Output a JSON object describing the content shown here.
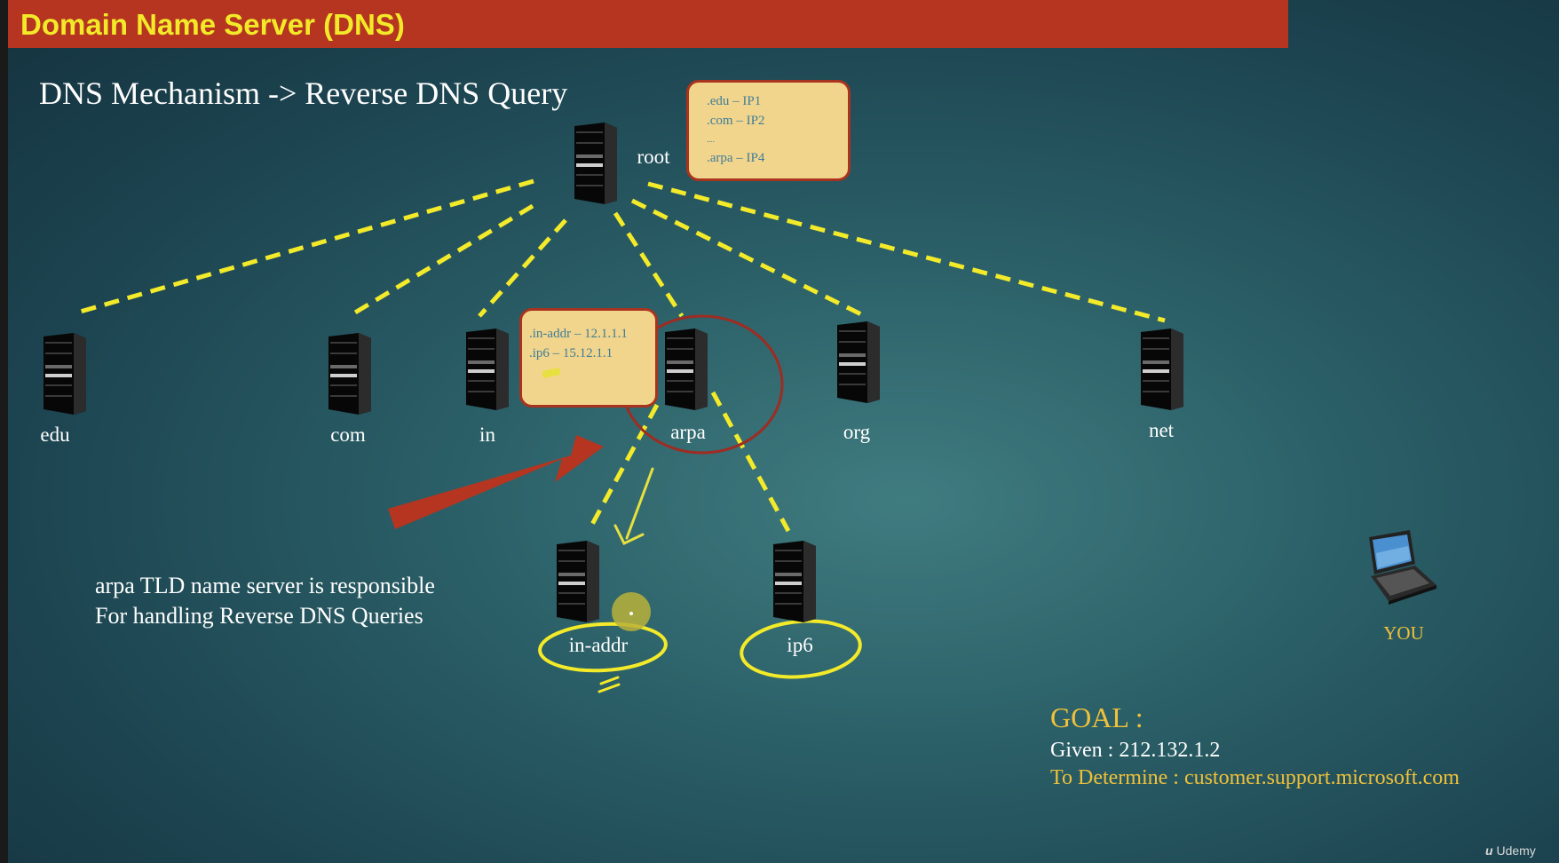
{
  "title": "Domain Name Server (DNS)",
  "subtitle": "DNS Mechanism -> Reverse DNS Query",
  "servers": {
    "root": "root",
    "edu": "edu",
    "com": "com",
    "in": "in",
    "arpa": "arpa",
    "org": "org",
    "net": "net",
    "in_addr": "in-addr",
    "ip6": "ip6"
  },
  "root_note": [
    ".edu – IP1",
    ".com – IP2",
    "....",
    ".arpa – IP4"
  ],
  "arpa_note": [
    ".in-addr – 12.1.1.1",
    ".ip6 – 15.12.1.1"
  ],
  "info": [
    "arpa TLD name server is responsible",
    "For handling Reverse DNS Queries"
  ],
  "goal": {
    "title": "GOAL :",
    "given": "Given :  212.132.1.2",
    "determine": "To Determine : customer.support.microsoft.com"
  },
  "you_label": "YOU",
  "watermark": "Udemy",
  "colors": {
    "title_bar": "#b53521",
    "title_text": "#f2ea28",
    "dashed_lines": "#f3ea2a",
    "goal_text": "#efc13a",
    "note_fill": "#f2d58c",
    "arrow": "#b53521"
  }
}
